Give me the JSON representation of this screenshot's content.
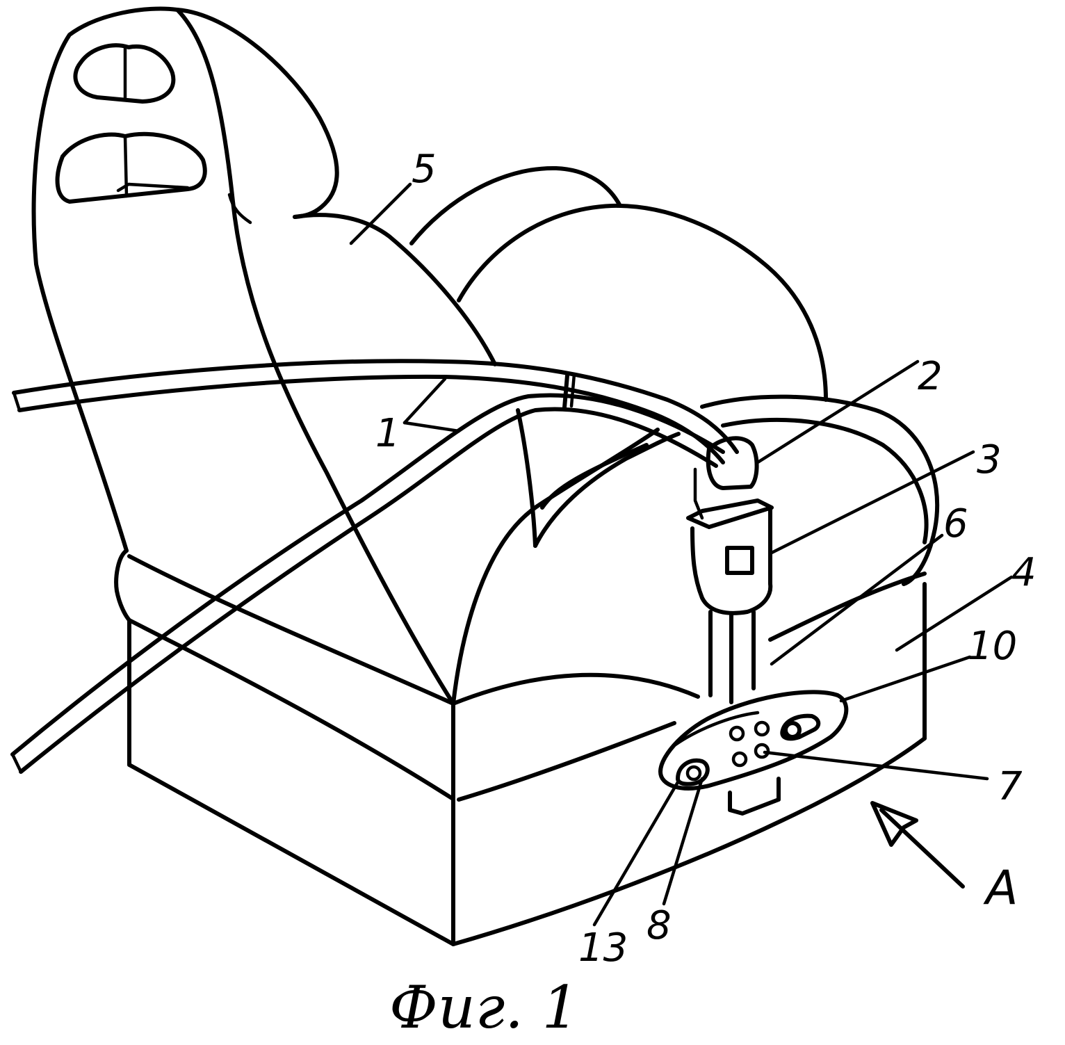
{
  "caption": "Фиг. 1",
  "labels": {
    "l1": "1",
    "l2": "2",
    "l3": "3",
    "l4": "4",
    "l5": "5",
    "l6": "6",
    "l7": "7",
    "l8": "8",
    "l10": "10",
    "l13": "13",
    "view": "А"
  }
}
